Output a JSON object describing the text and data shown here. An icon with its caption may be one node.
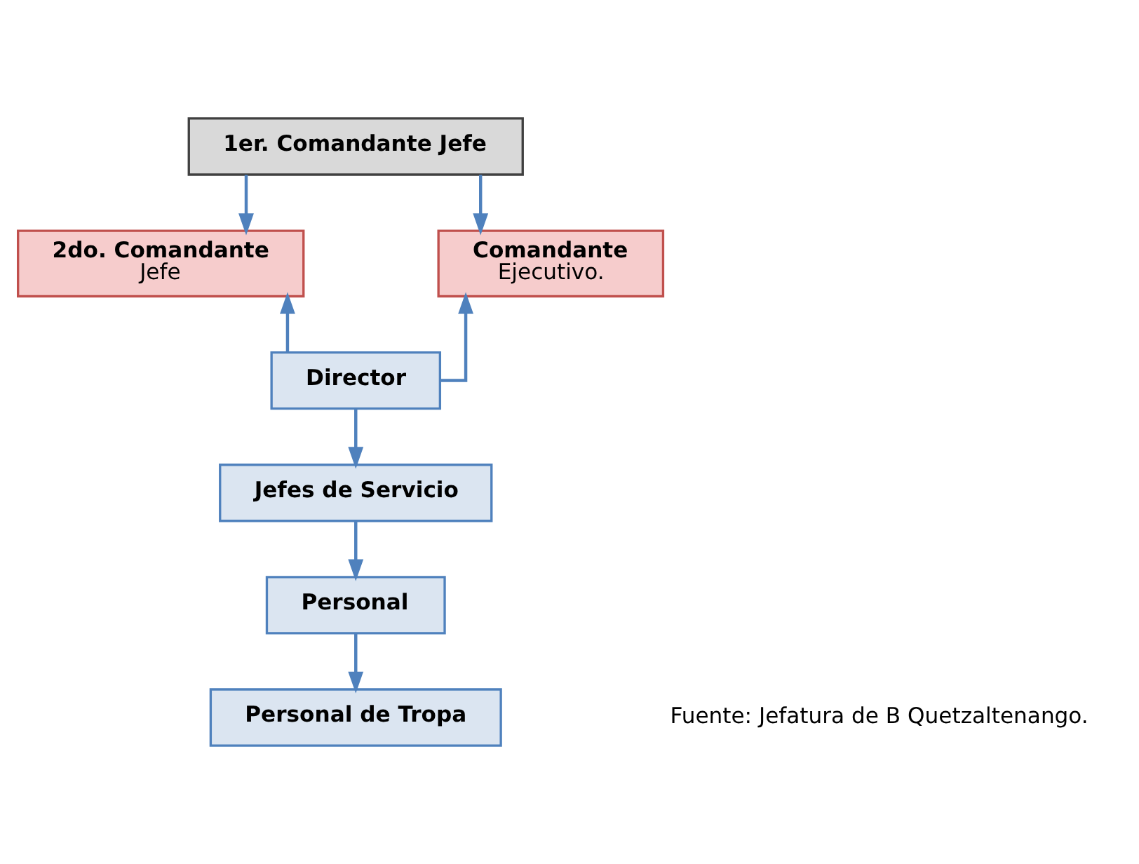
{
  "diagram": {
    "nodes": [
      {
        "text": [
          "1er. Comandante Jefe"
        ]
      },
      {
        "text": [
          "2do. Comandante",
          "Jefe"
        ]
      },
      {
        "text": [
          "Comandante",
          "Ejecutivo."
        ]
      },
      {
        "text": [
          "Director"
        ]
      },
      {
        "text": [
          "Jefes de Servicio"
        ]
      },
      {
        "text": [
          "Personal"
        ]
      },
      {
        "text": [
          "Personal de Tropa"
        ]
      }
    ],
    "edges": [
      {
        "from": 0,
        "to": 1,
        "arrow": "to"
      },
      {
        "from": 0,
        "to": 2,
        "arrow": "to"
      },
      {
        "from": 3,
        "to": 1,
        "arrow": "to"
      },
      {
        "from": 3,
        "to": 2,
        "arrow": "to"
      },
      {
        "from": 3,
        "to": 4,
        "arrow": "to"
      },
      {
        "from": 4,
        "to": 5,
        "arrow": "to"
      },
      {
        "from": 5,
        "to": 6,
        "arrow": "to"
      }
    ],
    "labels": [
      "Fuente: Jefatura de B Quetzaltenango."
    ]
  }
}
